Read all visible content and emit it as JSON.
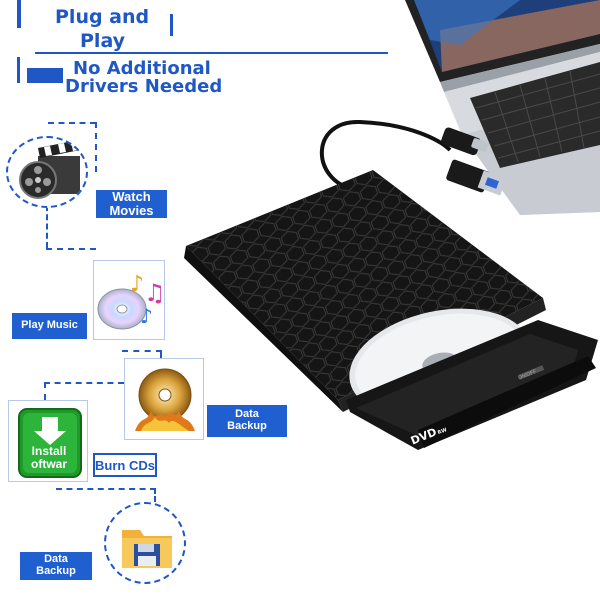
{
  "header": {
    "line1": "Plug and",
    "line2": "Play",
    "line3": "No Additional",
    "line4": "Drivers Needed"
  },
  "features": {
    "watch_movies_l1": "Watch",
    "watch_movies_l2": "Movies",
    "play_music": "Play Music",
    "data_backup_1_l1": "Data",
    "data_backup_1_l2": "Backup",
    "burn_cds": "Burn CDs",
    "install_l1": "Install",
    "install_l2": "oftwar",
    "data_backup_2_l1": "Data",
    "data_backup_2_l2": "Backup"
  },
  "device": {
    "tray_badge": "DVD",
    "tray_badge_sub": "RW",
    "eject_label": "ON/OFF"
  },
  "colors": {
    "accent": "#1f57c5",
    "label_bg": "#1f5fd0",
    "drive_body": "#141414",
    "install_green": "#1f9a2a"
  },
  "icons": [
    "film-reel-icon",
    "music-cd-icon",
    "golden-disc-icon",
    "install-software-icon",
    "floppy-folder-icon",
    "laptop-icon",
    "usb-cable-icon"
  ]
}
